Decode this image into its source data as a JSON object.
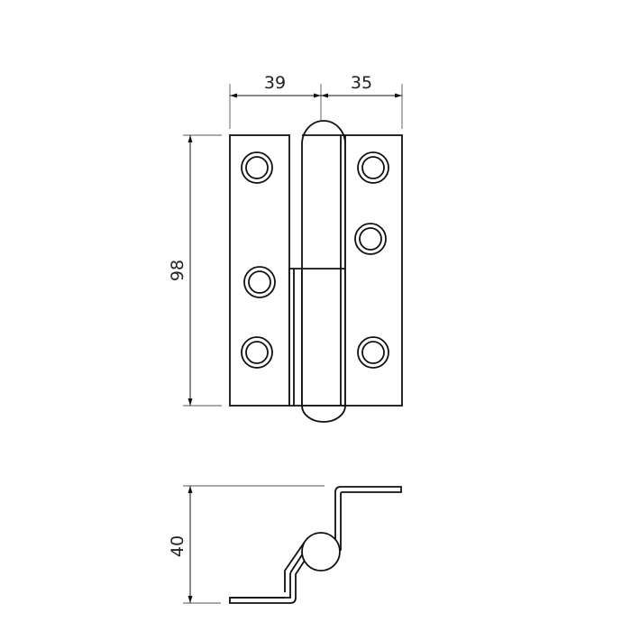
{
  "figure": {
    "subject": "lift-off hinge technical drawing",
    "views": [
      "front-view",
      "side-profile-view"
    ]
  },
  "dimensions": {
    "left_leaf_width": "39",
    "right_leaf_width": "35",
    "height": "98",
    "depth": "40"
  },
  "colors": {
    "line": "#111111",
    "background": "#ffffff"
  }
}
